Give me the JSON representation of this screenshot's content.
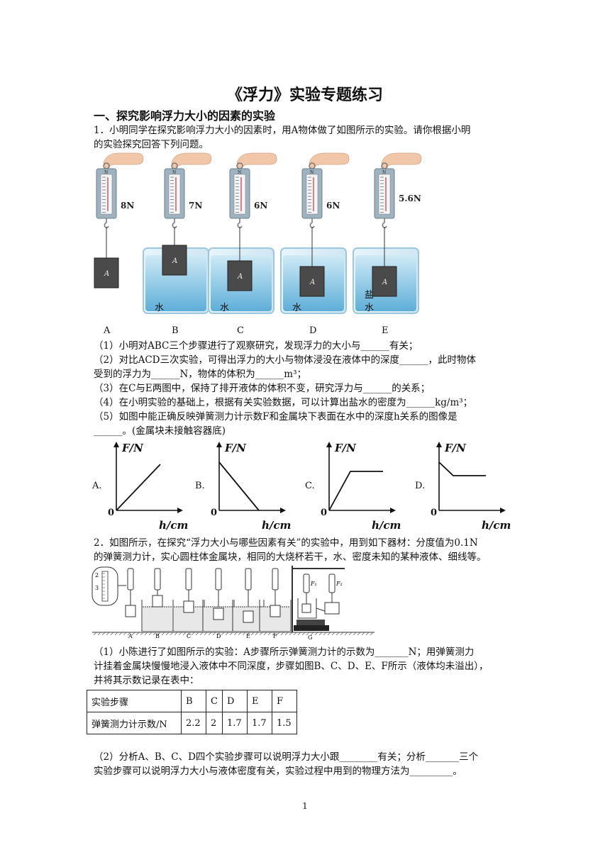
{
  "title": "《浮力》实验专题练习",
  "section1": "一、探究影响浮力大小的因素的实验",
  "q1": {
    "intro_line1": "1．小明同学在探究影响浮力大小的因素时，用A物体做了如图所示的实验。请你根据小明",
    "intro_line2": "的实验探究回答下列问题。",
    "scales": [
      {
        "letter": "A",
        "reading": "8N",
        "liquid": ""
      },
      {
        "letter": "B",
        "reading": "7N",
        "liquid": "水"
      },
      {
        "letter": "C",
        "reading": "6N",
        "liquid": "水"
      },
      {
        "letter": "D",
        "reading": "6N",
        "liquid": "水"
      },
      {
        "letter": "E",
        "reading": "5.6N",
        "liquid": "盐水"
      }
    ],
    "block_label": "A",
    "scale_unit": "N",
    "s1": "（1）小明对ABC三个步骤进行了观察研究，发现浮力的大小与______有关；",
    "s2a": "（2）对比ACD三次实验，可得出浮力的大小与物体浸没在液体中的深度______，此时物体",
    "s2b": "受到的浮力为______N，物体的体积为______m³；",
    "s3": "（3）在C与E两图中，保持了排开液体的体积不变，研究浮力与______的关系；",
    "s4": "（4）在小明实验的基础上，根据有关实验数据，可以计算出盐水的密度为______kg/m³；",
    "s5a": "（5）如图中能正确反映弹簧测力计示数F和金属块下表面在水中的深度h关系的图像是",
    "s5b": "______。(金属块未接触容器底)",
    "graphs": [
      {
        "option": "A.",
        "ylabel": "F/N",
        "xlabel": "h/cm",
        "origin": "0"
      },
      {
        "option": "B.",
        "ylabel": "F/N",
        "xlabel": "h/cm",
        "origin": "0"
      },
      {
        "option": "C.",
        "ylabel": "F/N",
        "xlabel": "h/cm",
        "origin": "0"
      },
      {
        "option": "D.",
        "ylabel": "F/N",
        "xlabel": "h/cm",
        "origin": "0"
      }
    ]
  },
  "q2": {
    "intro_line1": "2．如图所示，在探究“浮力大小与哪些因素有关”的实验中，用到如下器材：分度值为0.1N",
    "intro_line2": "的弹簧测力计，实心圆柱体金属块，相同的大烧杯若干，水、密度未知的某种液体、细线等。",
    "fig_letters": [
      "A",
      "B",
      "C",
      "D",
      "E",
      "F",
      "G"
    ],
    "zoom_ticks": [
      "2",
      "3"
    ],
    "force_labels": [
      "F₁",
      "F₂"
    ],
    "s1a": "（1）小陈进行了如图所示的实验：A步骤所示弹簧测力计的示数为_______N；用弹簧测力",
    "s1b": "计挂着金属块慢慢地浸入液体中不同深度，步骤如图B、C、D、E、F所示（液体均未溢出），",
    "s1c": "并将其示数记录在表中：",
    "table": {
      "header": [
        "实验步骤",
        "B",
        "C",
        "D",
        "E",
        "F"
      ],
      "row": [
        "弹簧测力计示数/N",
        "2.2",
        "2",
        "1.7",
        "1.7",
        "1.5"
      ]
    },
    "s2a": "（2）分析A、B、C、D四个实验步骤可以说明浮力大小跟________有关；分析_______三个",
    "s2b": "实验步骤可以说明浮力大小与液体密度有关，实验过程中用到的物理方法为_________。"
  },
  "page_number": "1",
  "colors": {
    "water_top": "#bfe3f3",
    "water_bottom": "#6fb7dd",
    "block": "#4a4a4a",
    "scale_body": "#9fb2bf"
  }
}
